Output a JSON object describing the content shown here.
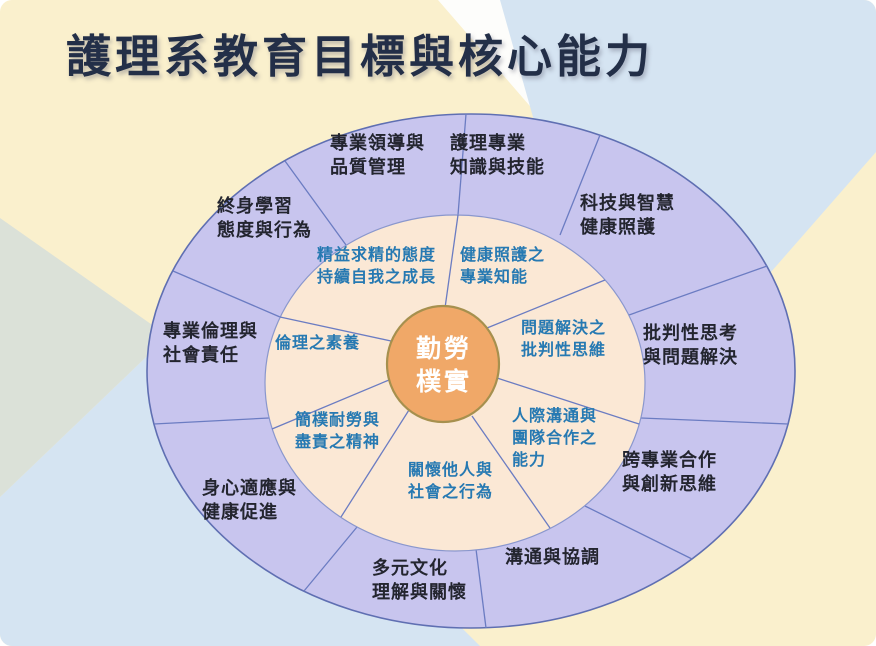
{
  "title": "護理系教育目標與核心能力",
  "diagram": {
    "center_label": "勤勞\n樸實",
    "outer_ring": [
      {
        "label": "護理專業\n知識與技能"
      },
      {
        "label": "科技與智慧\n健康照護"
      },
      {
        "label": "批判性思考\n與問題解決"
      },
      {
        "label": "跨專業合作\n與創新思維"
      },
      {
        "label": "溝通與協調"
      },
      {
        "label": "多元文化\n理解與關懷"
      },
      {
        "label": "身心適應與\n健康促進"
      },
      {
        "label": "專業倫理與\n社會責任"
      },
      {
        "label": "終身學習\n態度與行為"
      },
      {
        "label": "專業領導與\n品質管理"
      }
    ],
    "inner_ring": [
      {
        "label": "健康照護之\n專業知能"
      },
      {
        "label": "問題解決之\n批判性思維"
      },
      {
        "label": "人際溝通與\n團隊合作之\n能力"
      },
      {
        "label": "關懷他人與\n社會之行為"
      },
      {
        "label": "簡樸耐勞與\n盡責之精神"
      },
      {
        "label": "倫理之素養"
      },
      {
        "label": "精益求精的態度\n持續自我之成長"
      }
    ]
  },
  "colors": {
    "title_text": "#232F48",
    "outer_text": "#23252F",
    "inner_text": "#2679B2",
    "center_text": "#FFFFFF",
    "outer_ring_fill": "#C8C5EE",
    "inner_ring_fill": "#FBE8D5",
    "center_fill": "#F0A868",
    "center_stroke": "#A6904E",
    "ring_stroke": "#5F6FB2",
    "peach_stroke": "#8A97CD",
    "divider_stroke": "#6B7CC2",
    "bg_cream": "#FAF0CD",
    "bg_blue": "#D5E4F2",
    "bg_sage": "#DBE1D8",
    "bg_white": "#FDFDFB"
  }
}
